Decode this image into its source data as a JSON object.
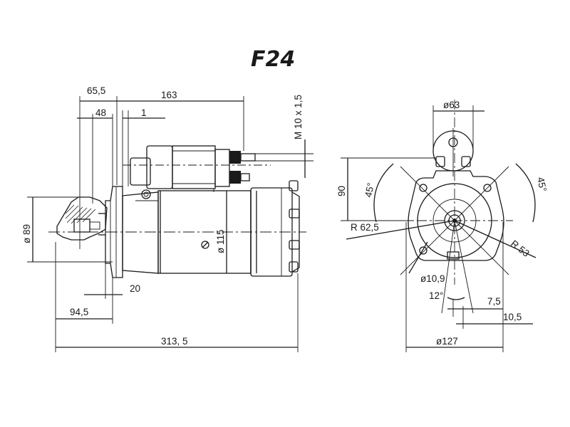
{
  "title": "F24",
  "side_view": {
    "dim_65_5": "65,5",
    "dim_163": "163",
    "dim_48": "48",
    "dim_1": "1",
    "dim_thread": "M 10 x 1,5",
    "dim_89": "ø 89",
    "dim_115": "ø 115",
    "dim_20": "20",
    "dim_94_5": "94,5",
    "dim_313_5": "313, 5"
  },
  "end_view": {
    "dim_63": "ø63",
    "dim_90": "90",
    "angle_left": "45°",
    "angle_right": "45°",
    "radius_62_5": "R 62,5",
    "radius_53": "R 53",
    "dim_10_9": "ø10,9",
    "angle_12": "12°",
    "dim_7_5": "7,5",
    "dim_10_5": "10,5",
    "dim_127": "ø127"
  }
}
